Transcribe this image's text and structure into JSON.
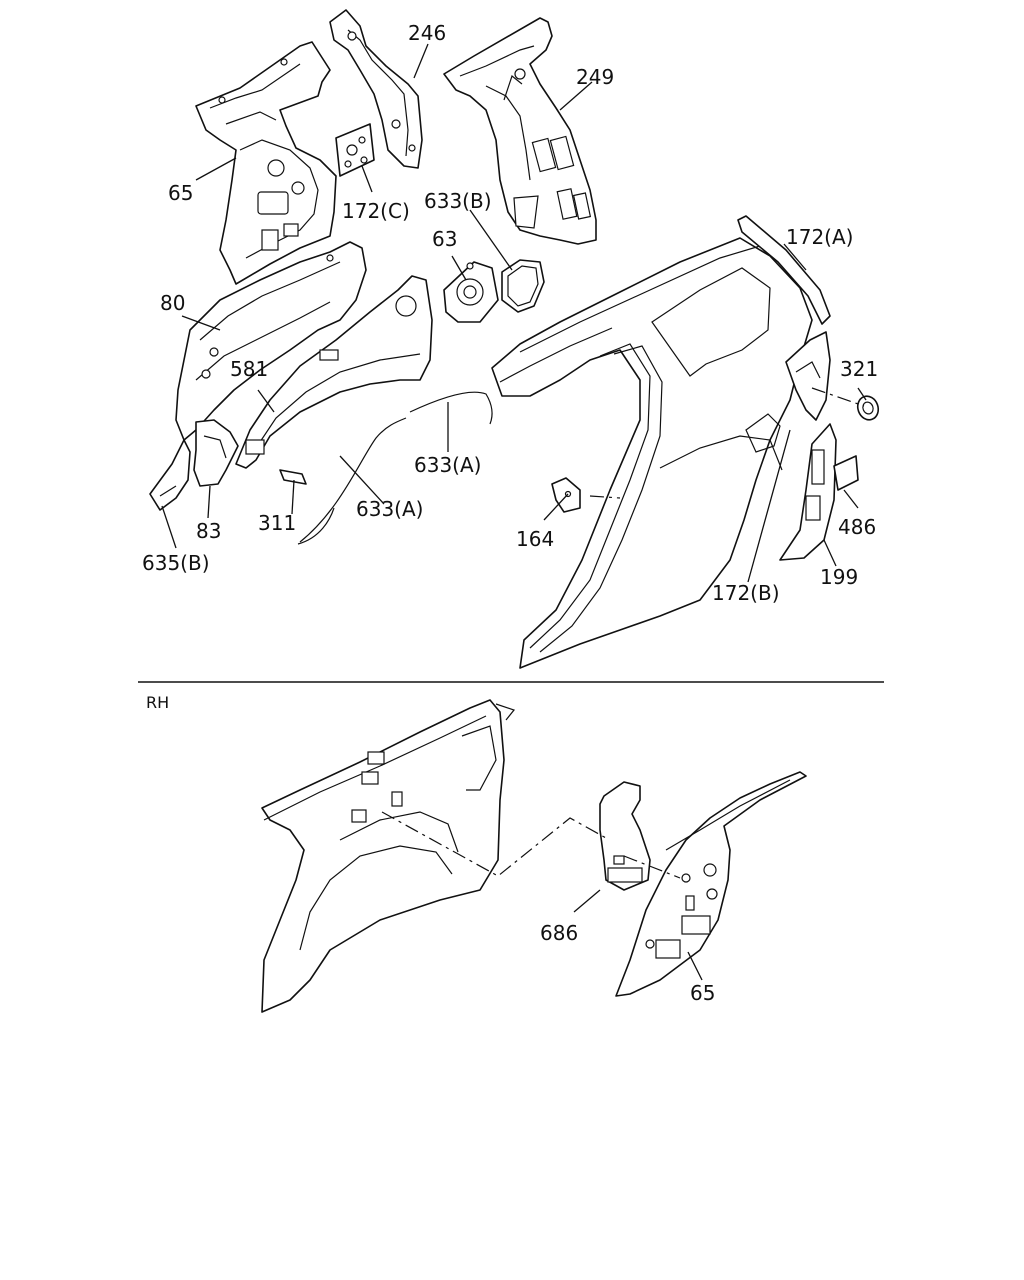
{
  "section_label": "RH",
  "callouts": {
    "p65_top": "65",
    "p246": "246",
    "p172c": "172(C)",
    "p633b": "633(B)",
    "p249": "249",
    "p63": "63",
    "p172a": "172(A)",
    "p80": "80",
    "p581": "581",
    "p321": "321",
    "p633a_upper": "633(A)",
    "p633a_lower": "633(A)",
    "p311": "311",
    "p83": "83",
    "p635b": "635(B)",
    "p164": "164",
    "p486": "486",
    "p199": "199",
    "p172b": "172(B)",
    "p686": "686",
    "p65_bottom": "65"
  }
}
